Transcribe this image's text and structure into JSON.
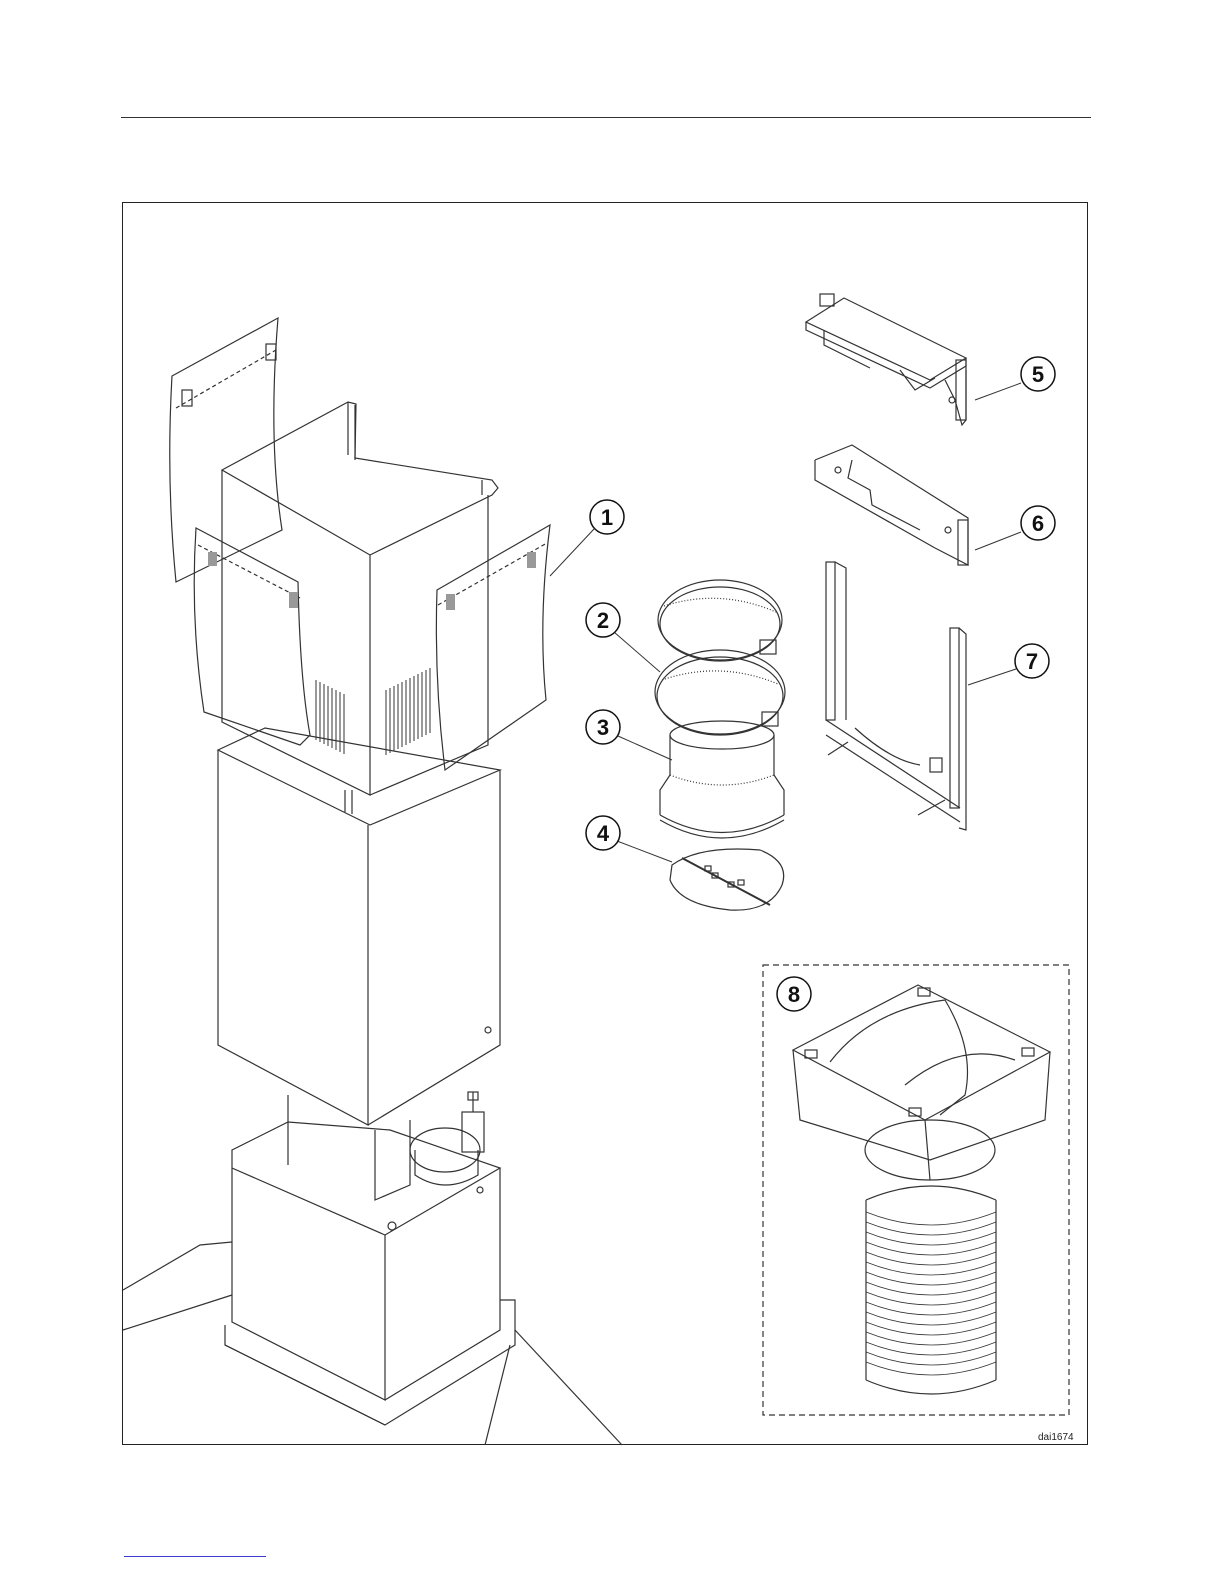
{
  "diagram": {
    "callouts": [
      {
        "id": "1",
        "label": "1"
      },
      {
        "id": "2",
        "label": "2"
      },
      {
        "id": "3",
        "label": "3"
      },
      {
        "id": "4",
        "label": "4"
      },
      {
        "id": "5",
        "label": "5"
      },
      {
        "id": "6",
        "label": "6"
      },
      {
        "id": "7",
        "label": "7"
      },
      {
        "id": "8",
        "label": "8"
      }
    ],
    "drawing_code": "dai1674"
  }
}
